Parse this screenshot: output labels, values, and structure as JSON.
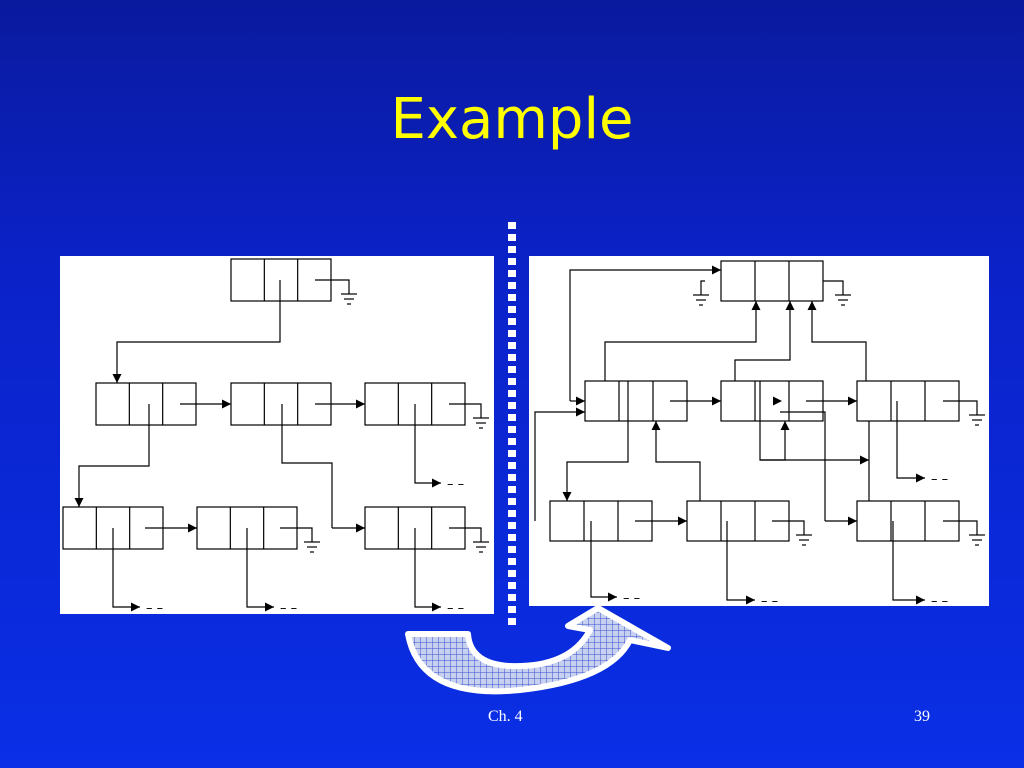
{
  "slide": {
    "title": "Example",
    "footer_left": "Ch. 4",
    "footer_right": "39"
  },
  "colors": {
    "background": "#0b22c8",
    "title": "#ffff00",
    "panel": "#ffffff",
    "lines": "#000000",
    "footer": "#ffffff"
  },
  "diagram": {
    "description_nodes": "linked list of 3-field nodes, before and after transformation",
    "tail_marker": "– –"
  }
}
